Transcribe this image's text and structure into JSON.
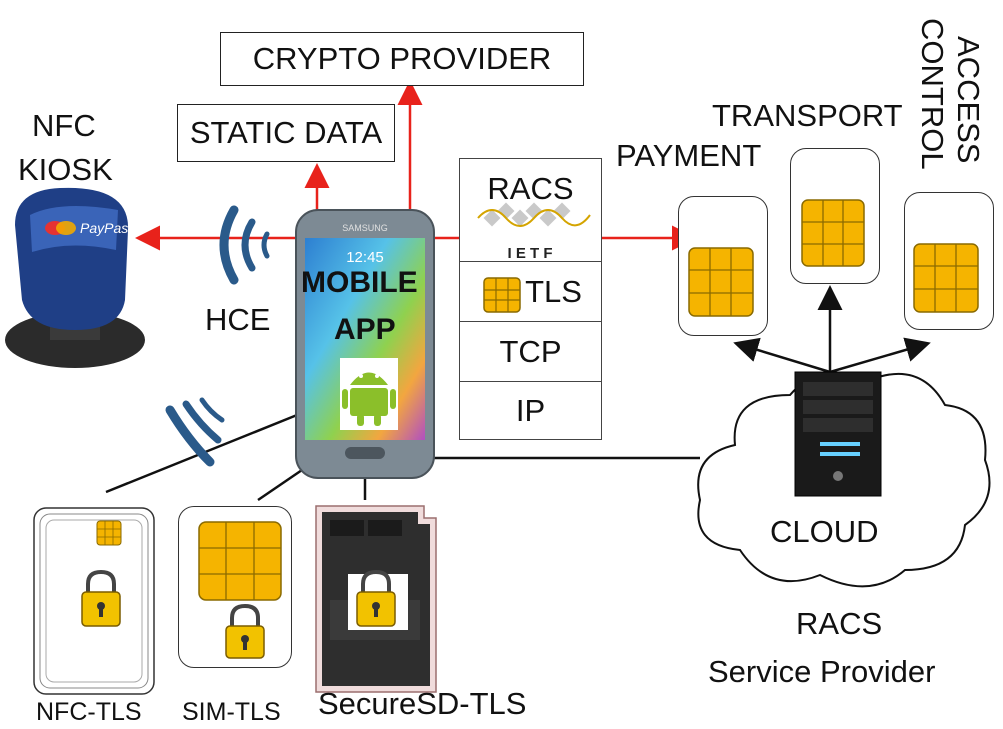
{
  "labels": {
    "crypto_provider": "CRYPTO PROVIDER",
    "static_data": "STATIC DATA",
    "nfc": "NFC",
    "kiosk": "KIOSK",
    "hce": "HCE",
    "mobile": "MOBILE",
    "app": "APP",
    "payment": "PAYMENT",
    "transport": "TRANSPORT",
    "access": "ACCESS",
    "control": "CONTROL",
    "cloud": "CLOUD",
    "racs_provider": "RACS",
    "service_provider": "Service Provider",
    "nfc_tls": "NFC-TLS",
    "sim_tls": "SIM-TLS",
    "securesd_tls": "SecureSD-TLS",
    "phone_brand": "SAMSUNG",
    "phone_time": "12:45",
    "kiosk_brand": "PayPass"
  },
  "stack": {
    "racs": "RACS",
    "ietf": "I E T F",
    "tls": "TLS",
    "tcp": "TCP",
    "ip": "IP"
  },
  "colors": {
    "arrow": "#e8221b",
    "chip": "#f5b400",
    "chip_border": "#8a6a00",
    "lock": "#f2c200",
    "wave": "#2a5a8a",
    "line": "#111111"
  }
}
